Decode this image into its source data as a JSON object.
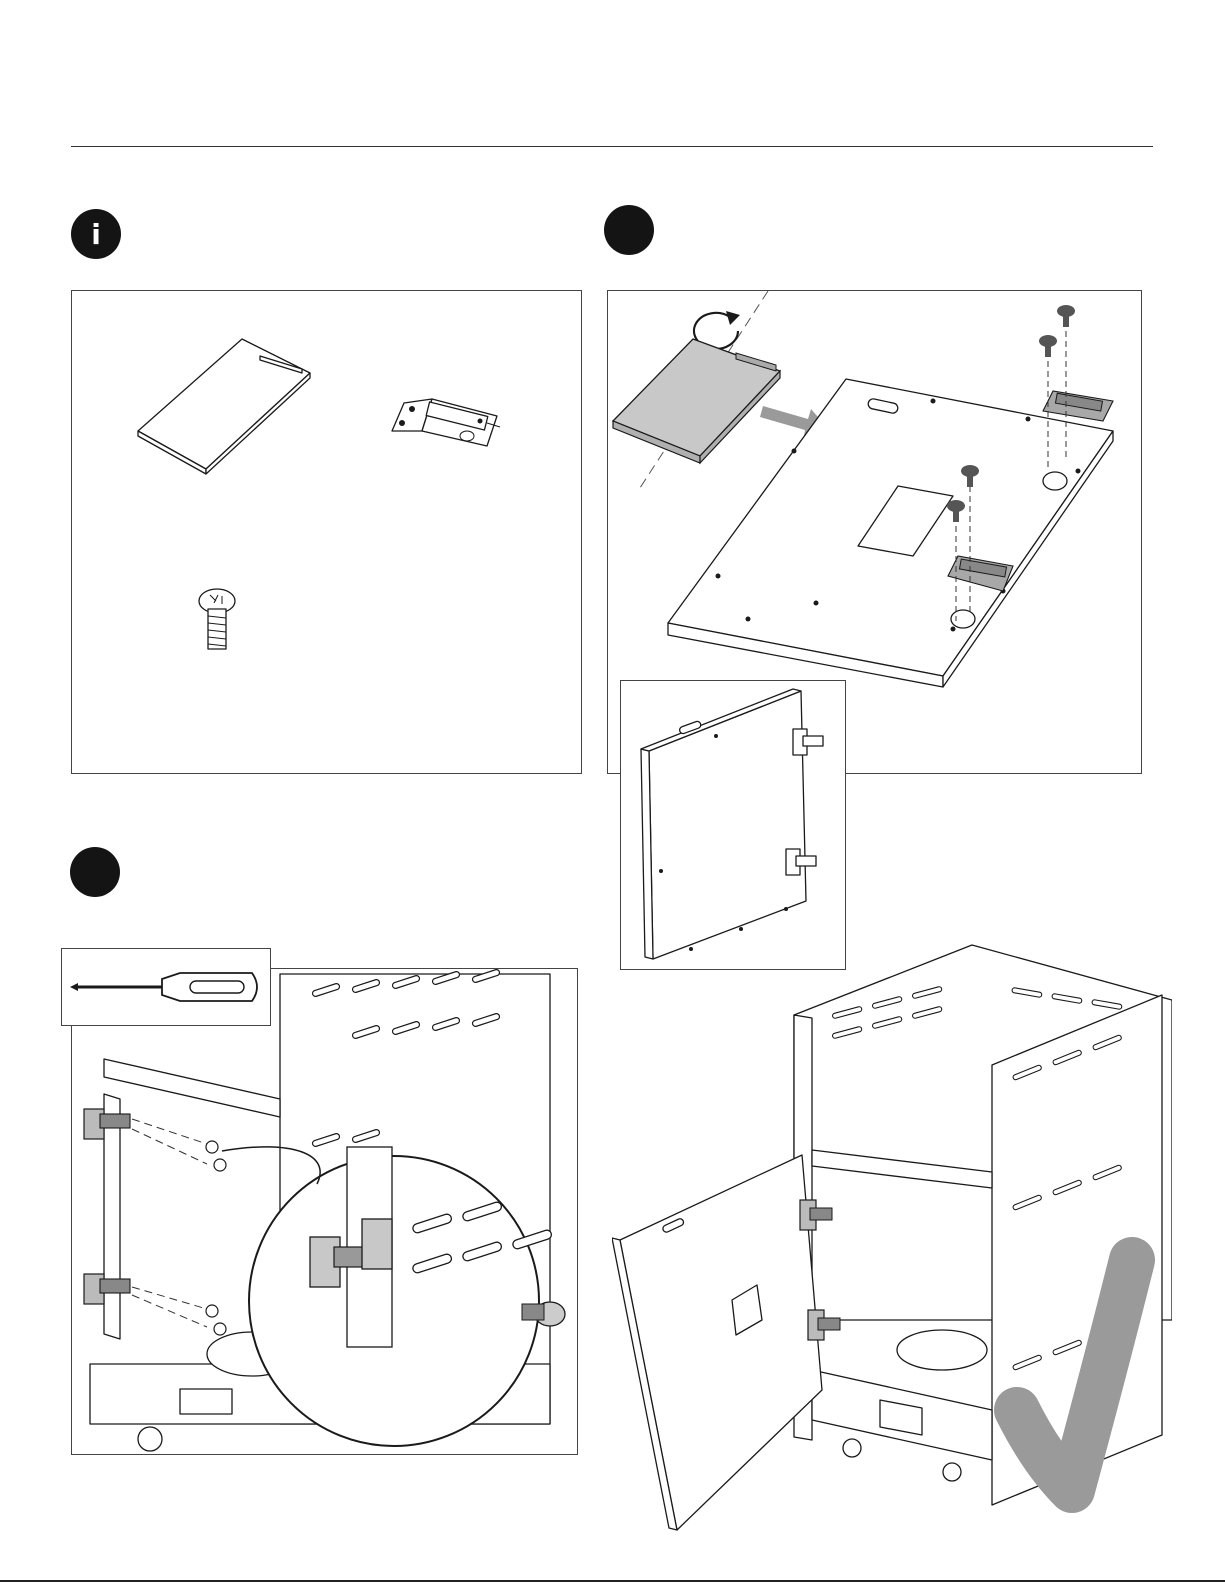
{
  "page": {
    "info_badge": {
      "icon": "info-icon",
      "glyph": "i"
    },
    "step_badges": [
      {
        "icon": "step-circle-icon",
        "label": ""
      },
      {
        "icon": "step-circle-icon",
        "label": ""
      }
    ]
  },
  "parts_panel": {
    "parts": [
      {
        "name": "door-panel",
        "icon": "door-panel-icon"
      },
      {
        "name": "hinge",
        "icon": "hinge-icon"
      },
      {
        "name": "screw",
        "icon": "screw-icon"
      }
    ]
  },
  "step_a": {
    "tool": {
      "icon": "screwdriver-icon"
    },
    "illustration": "hinge-screw-attach-cart"
  },
  "step_b": {
    "illustration": "hinge-on-door-flip",
    "rotate_icon": "rotate-arrow-icon",
    "direction_icon": "arrow-right-icon"
  },
  "result": {
    "icon": "checkmark-icon",
    "colors": {
      "check": "#9a9a9a",
      "panel_fill": "#c8c8c8"
    }
  }
}
